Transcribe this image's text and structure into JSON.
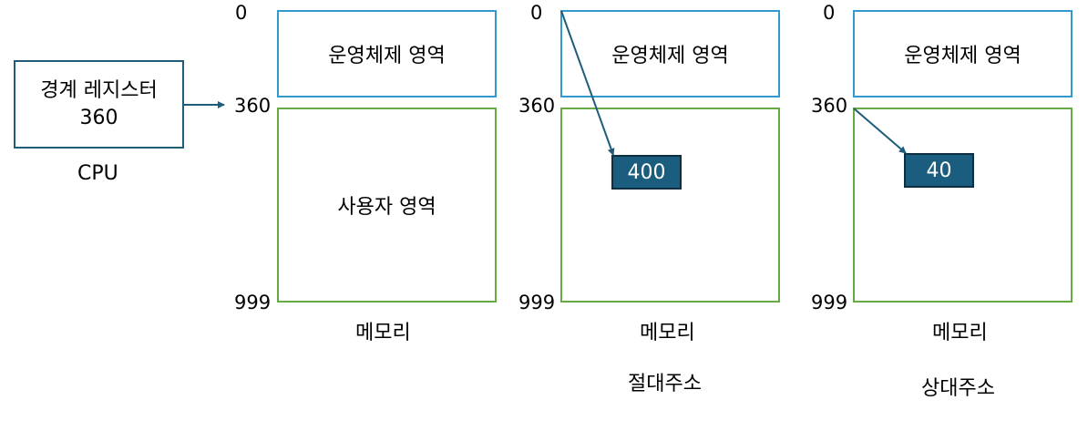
{
  "cpu": {
    "register_line1": "경계 레지스터",
    "register_value": "360",
    "caption": "CPU"
  },
  "memory_panels": [
    {
      "addr_top": "0",
      "addr_boundary": "360",
      "addr_bottom": "999",
      "os_area": "운영체제 영역",
      "user_area": "사용자 영역",
      "caption": "메모리",
      "subcaption": ""
    },
    {
      "addr_top": "0",
      "addr_boundary": "360",
      "addr_bottom": "999",
      "os_area": "운영체제 영역",
      "address_value": "400",
      "caption": "메모리",
      "subcaption": "절대주소"
    },
    {
      "addr_top": "0",
      "addr_boundary": "360",
      "addr_bottom": "999",
      "os_area": "운영체제 영역",
      "address_value": "40",
      "caption": "메모리",
      "subcaption": "상대주소"
    }
  ],
  "colors": {
    "os_border": "#3399cc",
    "user_border": "#66aa44",
    "value_fill": "#1a5d7e",
    "arrow": "#1f5c7a"
  }
}
